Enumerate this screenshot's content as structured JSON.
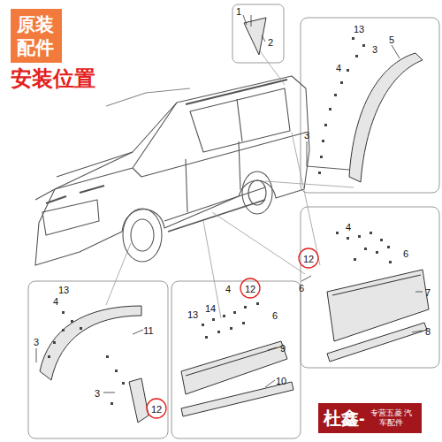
{
  "diagram": {
    "title": "安装位置",
    "nodes": [
      {
        "text": [
          "原装 配件"
        ]
      },
      {
        "text": [
          "杜鑫-",
          "专营五菱 汽车配件"
        ]
      }
    ],
    "labels": [
      "1",
      "2",
      "13",
      "3",
      "4",
      "5",
      "3",
      "4",
      "12",
      "6",
      "6",
      "7",
      "8",
      "13",
      "4",
      "11",
      "3",
      "3",
      "12",
      "4",
      "12",
      "13",
      "14",
      "6",
      "9",
      "10"
    ]
  }
}
